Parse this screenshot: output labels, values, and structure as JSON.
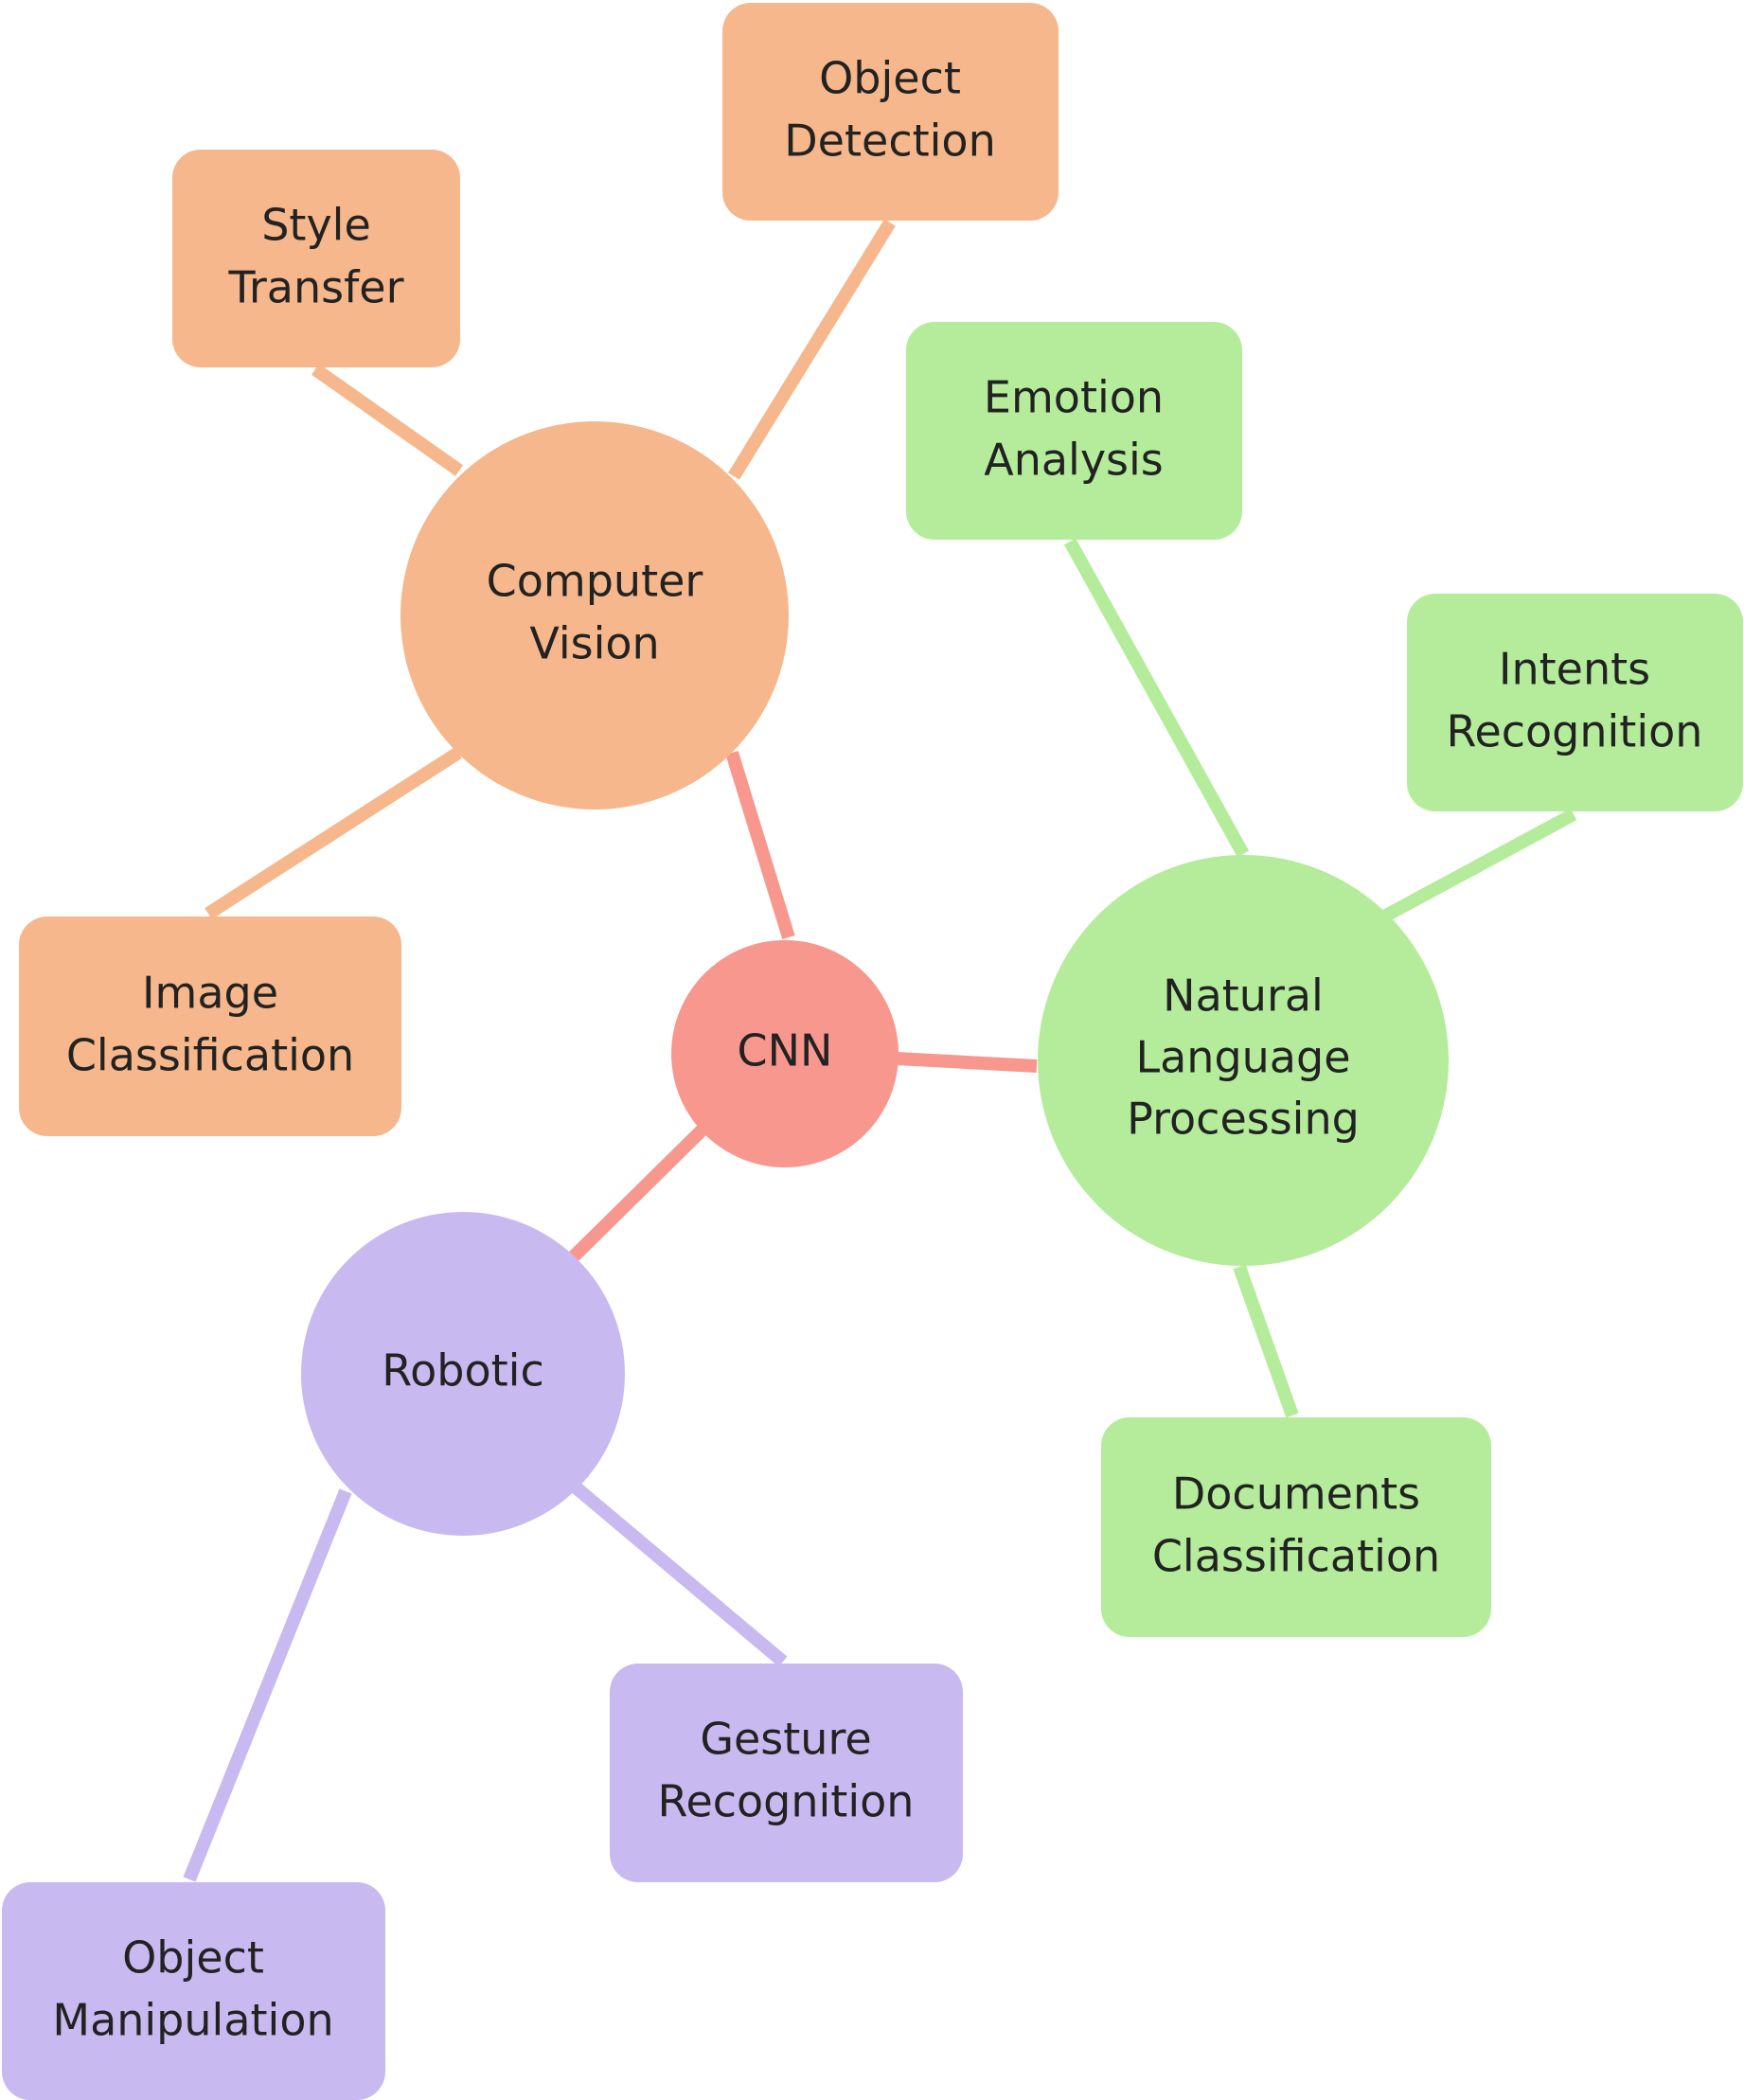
{
  "colors": {
    "root": "#F8978E",
    "computer_vision": "#F5B78B",
    "nlp": "#B4EC9B",
    "robotics": "#C8BAF0",
    "text": "#222222",
    "background": "#FFFFFF"
  },
  "root": {
    "label": "CNN"
  },
  "branches": {
    "computer_vision": {
      "label_lines": [
        "Computer",
        "Vision"
      ],
      "children": {
        "style_transfer": [
          "Style",
          "Transfer"
        ],
        "object_detection": [
          "Object",
          "Detection"
        ],
        "image_classification": [
          "Image",
          "Classification"
        ]
      }
    },
    "nlp": {
      "label_lines": [
        "Natural",
        "Language",
        "Processing"
      ],
      "children": {
        "emotion_analysis": [
          "Emotion",
          "Analysis"
        ],
        "intents_recognition": [
          "Intents",
          "Recognition"
        ],
        "documents_classification": [
          "Documents",
          "Classification"
        ]
      }
    },
    "robotics": {
      "label_lines": [
        "Robotic"
      ],
      "children": {
        "gesture_recognition": [
          "Gesture",
          "Recognition"
        ],
        "object_manipulation": [
          "Object",
          "Manipulation"
        ]
      }
    }
  }
}
